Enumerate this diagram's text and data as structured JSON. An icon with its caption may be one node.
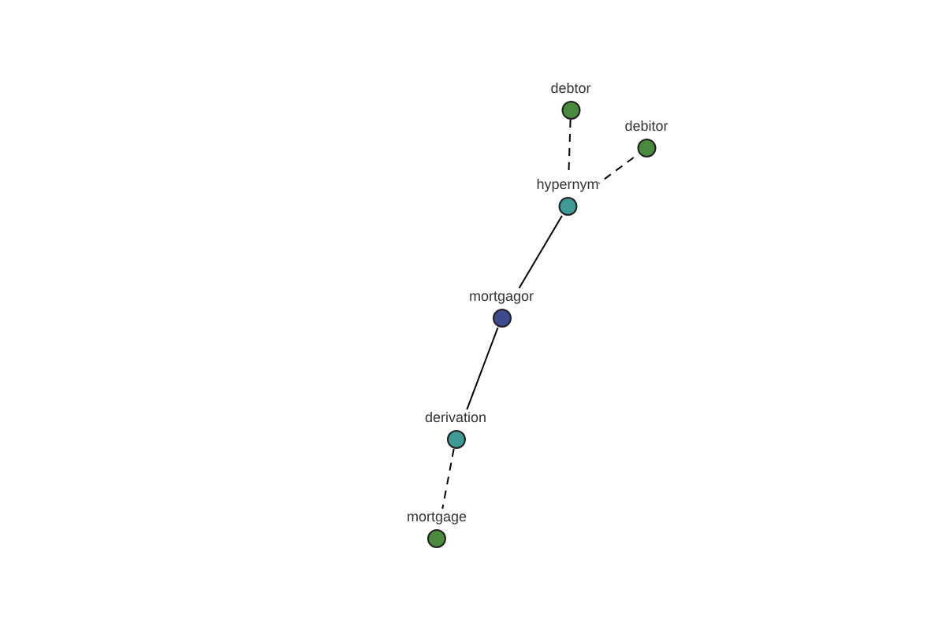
{
  "diagram": {
    "nodes": [
      {
        "text": [
          "debtor"
        ]
      },
      {
        "text": [
          "debitor"
        ]
      },
      {
        "text": [
          "hypernym"
        ]
      },
      {
        "text": [
          "mortgagor"
        ]
      },
      {
        "text": [
          "derivation"
        ]
      },
      {
        "text": [
          "mortgage"
        ]
      }
    ],
    "edges": [
      {
        "from": 0,
        "to": 2,
        "arrow": "none",
        "style": "dashed"
      },
      {
        "from": 1,
        "to": 2,
        "arrow": "none",
        "style": "dashed"
      },
      {
        "from": 2,
        "to": 3,
        "arrow": "none"
      },
      {
        "from": 3,
        "to": 4,
        "arrow": "none"
      },
      {
        "from": 4,
        "to": 5,
        "arrow": "none",
        "style": "dashed"
      }
    ]
  }
}
